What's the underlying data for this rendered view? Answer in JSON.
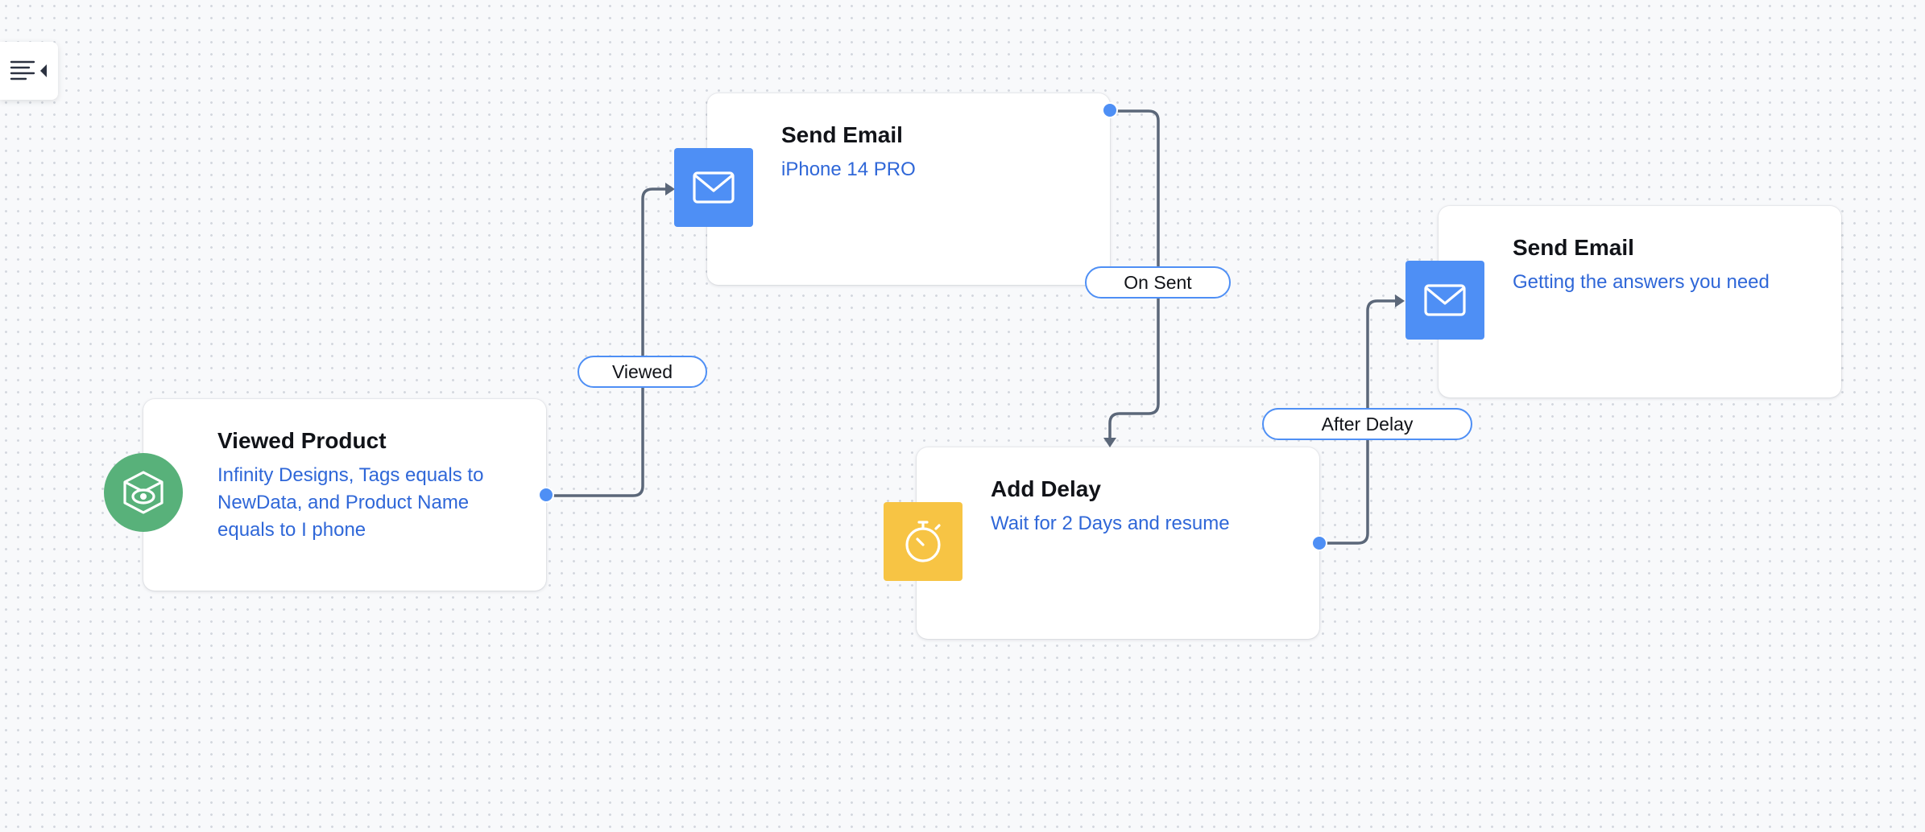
{
  "toolbar": {
    "toggle_icon": "menu-collapse-icon"
  },
  "nodes": {
    "viewed_product": {
      "title": "Viewed Product",
      "subtitle": "Infinity Designs, Tags equals to NewData, and Product Name equals to I phone",
      "icon": "viewed-product-icon",
      "icon_color": "#58b17a"
    },
    "send_email_1": {
      "title": "Send Email",
      "subtitle": "iPhone 14 PRO",
      "icon": "mail-icon",
      "icon_color": "#4e8ff5"
    },
    "add_delay": {
      "title": "Add Delay",
      "subtitle": "Wait for 2 Days and resume",
      "icon": "stopwatch-icon",
      "icon_color": "#f7c444"
    },
    "send_email_2": {
      "title": "Send Email",
      "subtitle": "Getting the answers you need",
      "icon": "mail-icon",
      "icon_color": "#4e8ff5"
    }
  },
  "edges": {
    "viewed": {
      "label": "Viewed"
    },
    "on_sent": {
      "label": "On Sent"
    },
    "after_delay": {
      "label": "After Delay"
    }
  },
  "colors": {
    "accent": "#4e8ff5",
    "edge": "#5b6779",
    "subtitle_text": "#2f67d8",
    "canvas_bg": "#f8f9fb"
  }
}
